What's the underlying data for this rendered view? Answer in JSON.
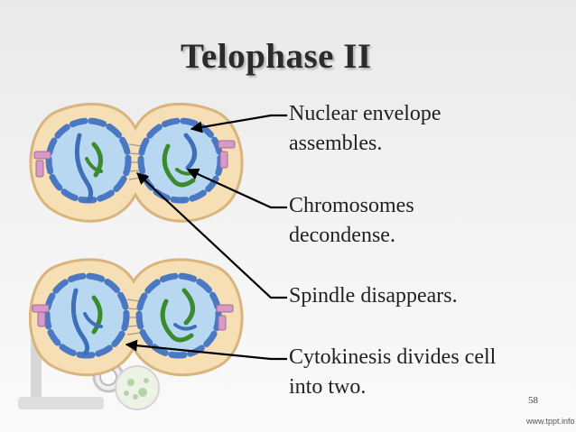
{
  "slide": {
    "title": "Telophase II",
    "labels": [
      {
        "line1": "Nuclear envelope",
        "line2": "assembles."
      },
      {
        "line1": "Chromosomes",
        "line2": "decondense."
      },
      {
        "line1": "Spindle disappears.",
        "line2": ""
      },
      {
        "line1": "Cytokinesis divides cell",
        "line2": "into two."
      }
    ],
    "page_number": "58",
    "watermark": "www.tppt.info"
  },
  "colors": {
    "cytoplasm": "#f6dfb4",
    "cell_border": "#d9b47c",
    "nucleus": "#b8d8f2",
    "envelope": "#4a78c2",
    "chromosome_green": "#3a8a2e",
    "chromosome_blue": "#3e6fb8",
    "centriole": "#d59ac8",
    "arrow": "#000000"
  }
}
